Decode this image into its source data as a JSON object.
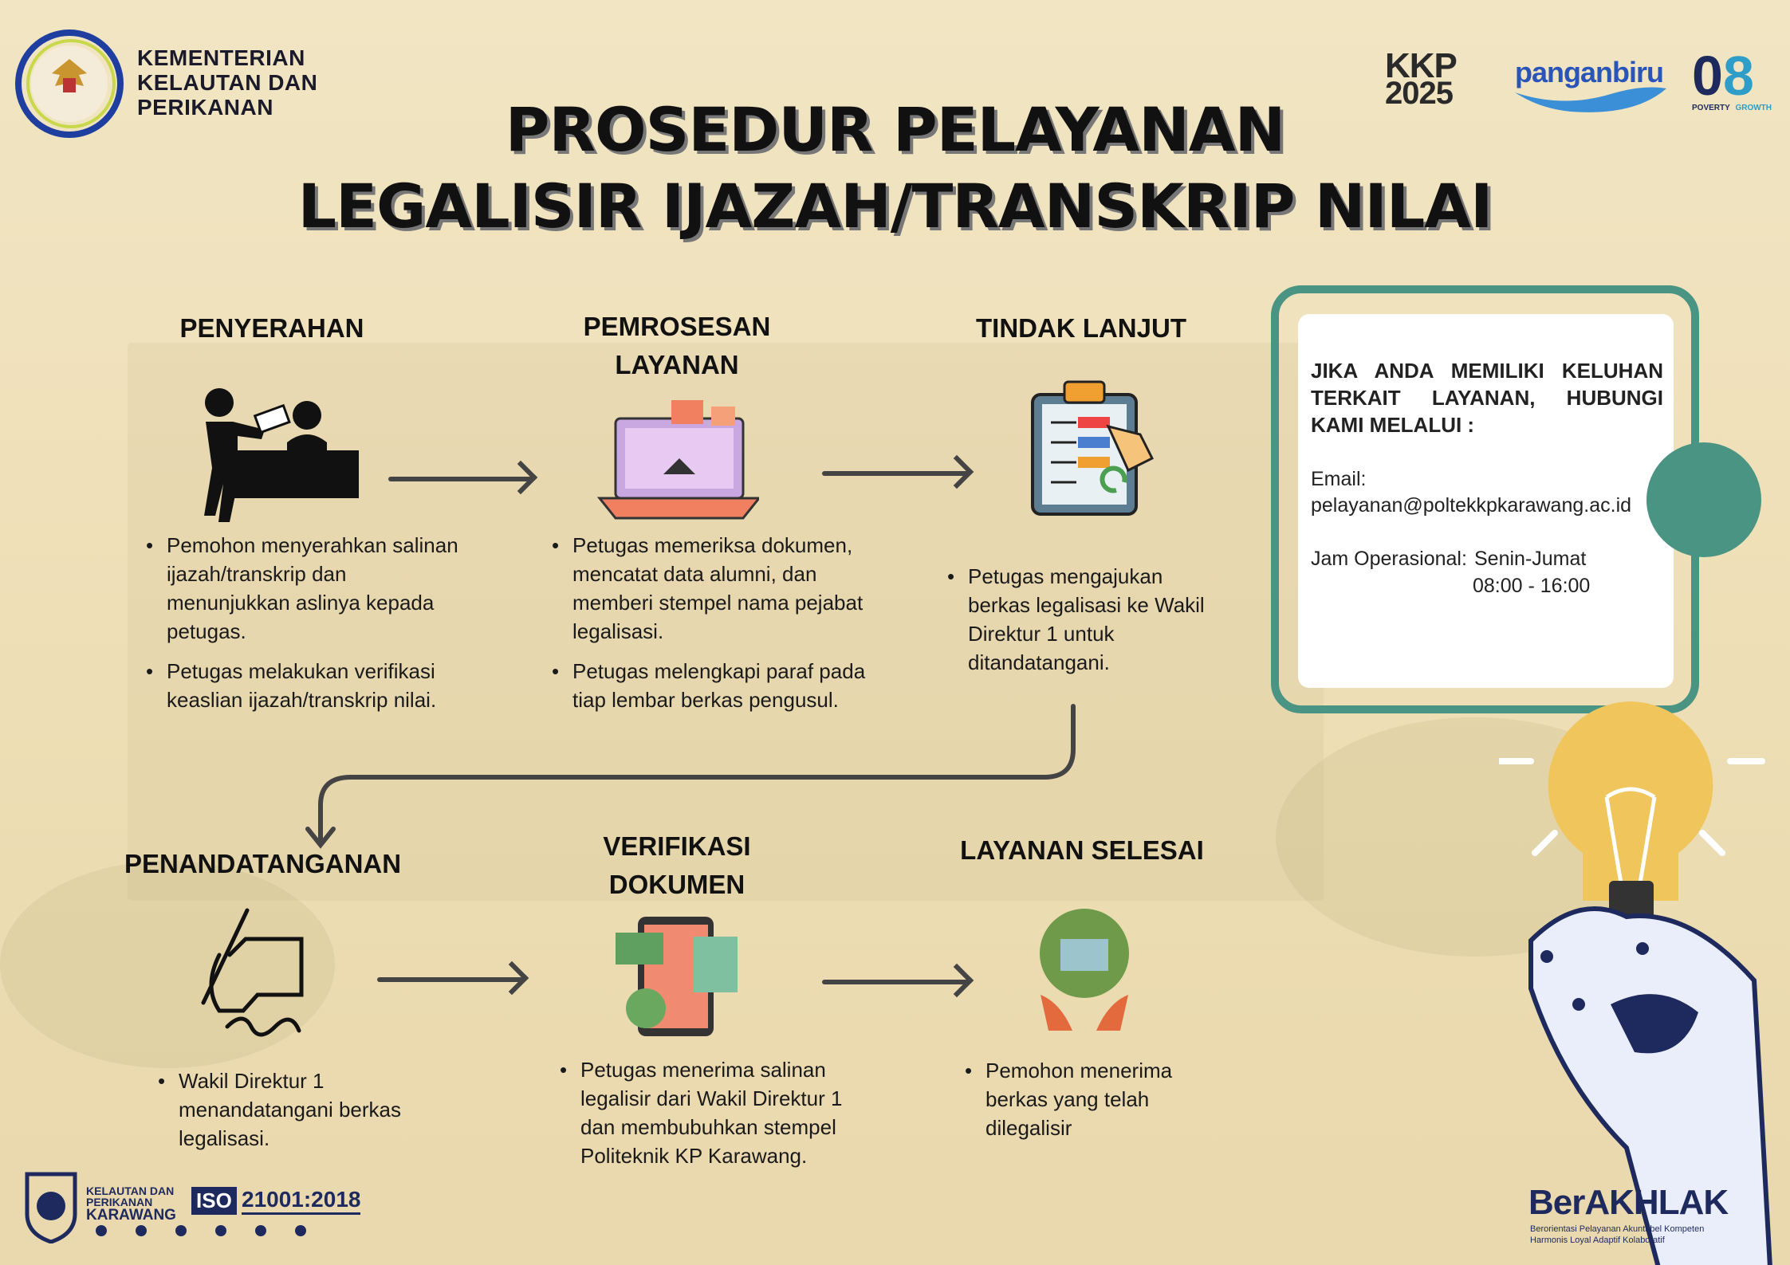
{
  "header": {
    "ministry": [
      "KEMENTERIAN",
      "KELAUTAN DAN",
      "PERIKANAN"
    ],
    "title_line1": "PROSEDUR PELAYANAN",
    "title_line2": "LEGALISIR IJAZAH/TRANSKRIP NILAI",
    "logos": {
      "kkp": "KKP",
      "kkp_year": "2025",
      "panganbiru": "panganbiru",
      "zero": "0",
      "eight": "8",
      "poverty": "POVERTY",
      "growth": "GROWTH"
    }
  },
  "steps": [
    {
      "title": "PENYERAHAN",
      "icon": "person-desk-icon",
      "bullets": [
        "Pemohon menyerahkan salinan ijazah/transkrip dan menunjukkan aslinya kepada petugas.",
        "Petugas melakukan verifikasi keaslian ijazah/transkrip nilai."
      ]
    },
    {
      "title": "PEMROSESAN LAYANAN",
      "icon": "laptop-icon",
      "bullets": [
        "Petugas memeriksa dokumen, mencatat data alumni, dan memberi stempel nama pejabat legalisasi.",
        "Petugas melengkapi paraf pada tiap lembar berkas pengusul."
      ]
    },
    {
      "title": "TINDAK LANJUT",
      "icon": "clipboard-checklist-icon",
      "bullets": [
        "Petugas mengajukan berkas legalisasi ke Wakil Direktur 1 untuk ditandatangani."
      ]
    },
    {
      "title": "PENANDATANGANAN",
      "icon": "signing-hand-icon",
      "bullets": [
        "Wakil Direktur 1 menandatangani berkas legalisasi."
      ]
    },
    {
      "title": "VERIFIKASI DOKUMEN",
      "icon": "document-tablet-icon",
      "bullets": [
        "Petugas menerima salinan legalisir dari Wakil Direktur 1 dan membubuhkan stempel Politeknik KP Karawang."
      ]
    },
    {
      "title": "LAYANAN SELESAI",
      "icon": "hands-globe-icon",
      "bullets": [
        "Pemohon menerima berkas yang telah dilegalisir"
      ]
    }
  ],
  "contact": {
    "intro": "JIKA ANDA MEMILIKI KELUHAN TERKAIT LAYANAN, HUBUNGI KAMI MELALUI :",
    "email_label": "Email:",
    "email": "pelayanan@poltekkpkarawang.ac.id",
    "hours_label": "Jam Operasional:",
    "days": "Senin-Jumat",
    "hours": "08:00 - 16:00"
  },
  "footer": {
    "inst": [
      "KELAUTAN DAN",
      "PERIKANAN",
      "KARAWANG"
    ],
    "iso": "ISO",
    "iso_num": "21001:2018",
    "berakhlak": "BerAKHLAK",
    "berakhlak_sub1": "Berorientasi Pelayanan Akuntabel Kompeten",
    "berakhlak_sub2": "Harmonis Loyal Adaptif Kolaboratif"
  },
  "colors": {
    "teal": "#4a9484",
    "navy": "#1e2a5e",
    "bg": "#efe2bd"
  }
}
